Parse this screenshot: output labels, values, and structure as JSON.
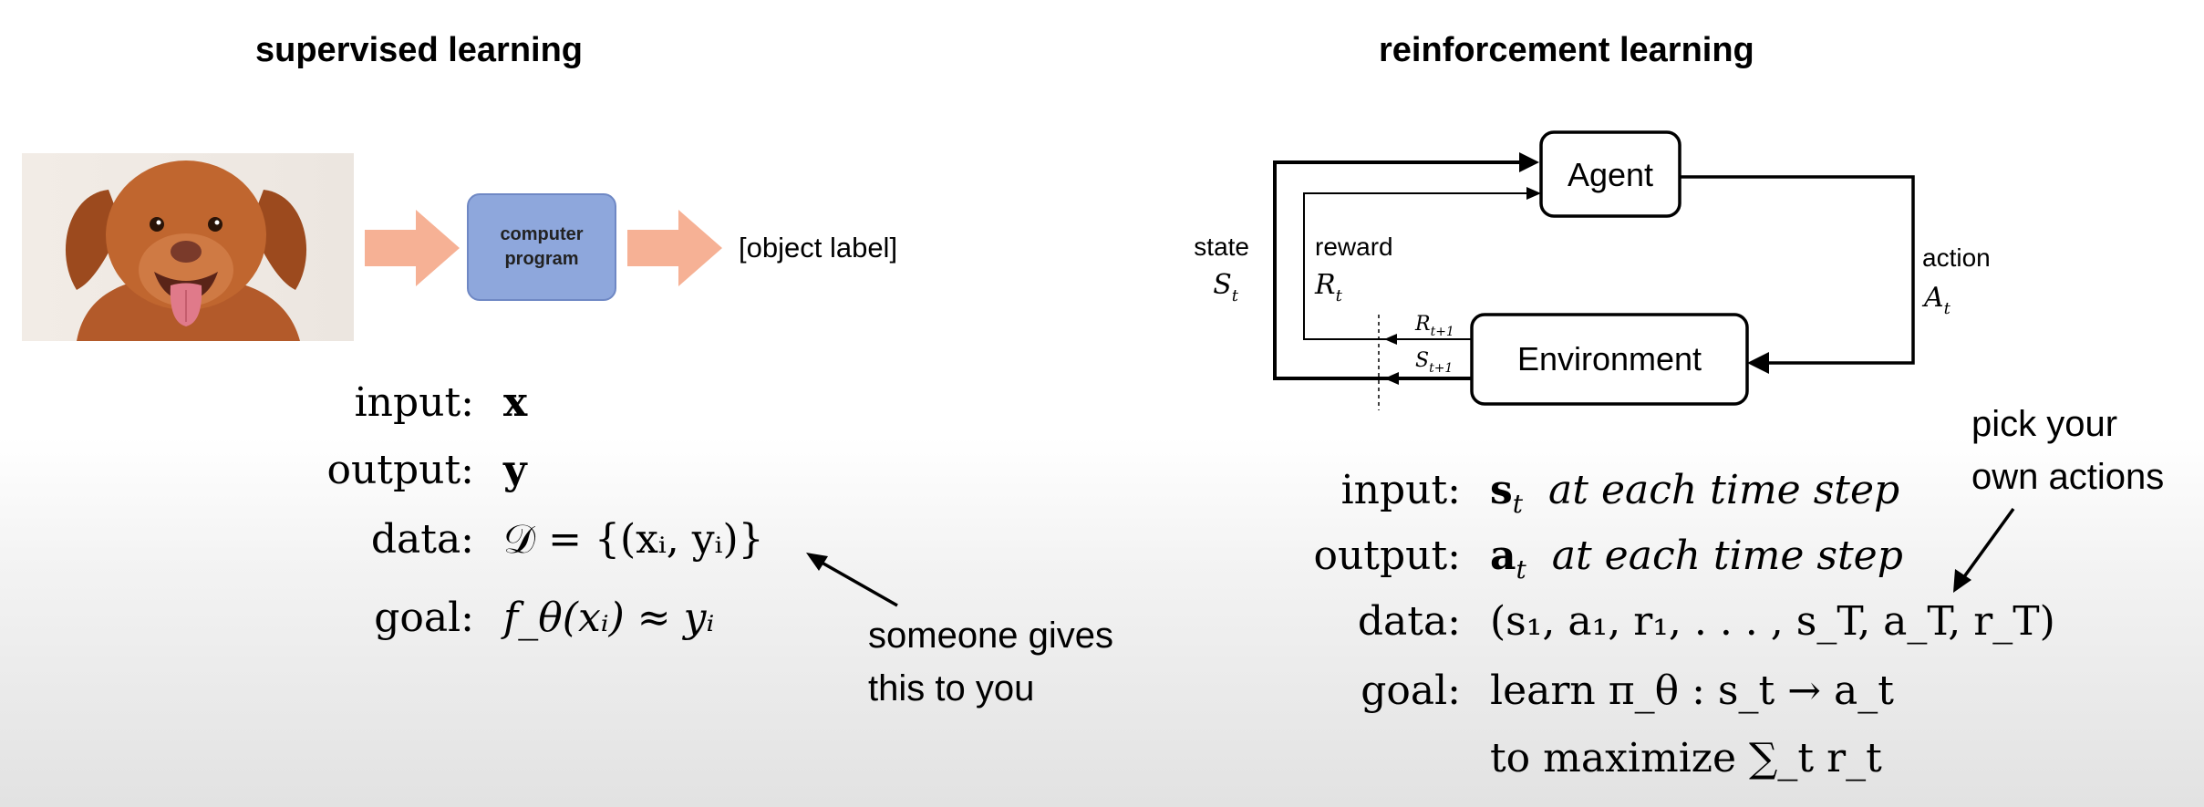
{
  "supervised": {
    "title": "supervised learning",
    "program_box": "computer\nprogram",
    "output_label": "[object label]",
    "rows": [
      {
        "label": "input:",
        "value": "x"
      },
      {
        "label": "output:",
        "value": "y"
      },
      {
        "label": "data:",
        "value": "𝒟 = {(xᵢ, yᵢ)}"
      },
      {
        "label": "goal:",
        "value": "f_θ(xᵢ) ≈ yᵢ"
      }
    ],
    "note_line1": "someone gives",
    "note_line2": "this to you"
  },
  "reinforcement": {
    "title": "reinforcement learning",
    "diagram": {
      "agent": "Agent",
      "environment": "Environment",
      "state_word": "state",
      "state_sym": "S",
      "state_sub": "t",
      "reward_word": "reward",
      "reward_sym": "R",
      "reward_sub": "t",
      "action_word": "action",
      "action_sym": "A",
      "action_sub": "t",
      "next_reward_sym": "R",
      "next_reward_sub": "t+1",
      "next_state_sym": "S",
      "next_state_sub": "t+1"
    },
    "rows": [
      {
        "label": "input:",
        "value": "s",
        "sub": "t",
        "rest": "at each time step"
      },
      {
        "label": "output:",
        "value": "a",
        "sub": "t",
        "rest": "at each time step"
      },
      {
        "label": "data:",
        "value": "(s₁, a₁, r₁, . . . , s_T, a_T, r_T)"
      },
      {
        "label": "goal:",
        "value": "learn π_θ : s_t → a_t"
      },
      {
        "label": "",
        "value": "to maximize ∑_t r_t"
      }
    ],
    "note_line1": "pick your",
    "note_line2": "own actions"
  },
  "colors": {
    "arrow_fill": "#f6b195",
    "program_fill": "#8ea7dc",
    "program_border": "#6f88c4"
  },
  "icons": {
    "dog_photo": "dog-photo",
    "arrow": "block-arrow-icon"
  }
}
